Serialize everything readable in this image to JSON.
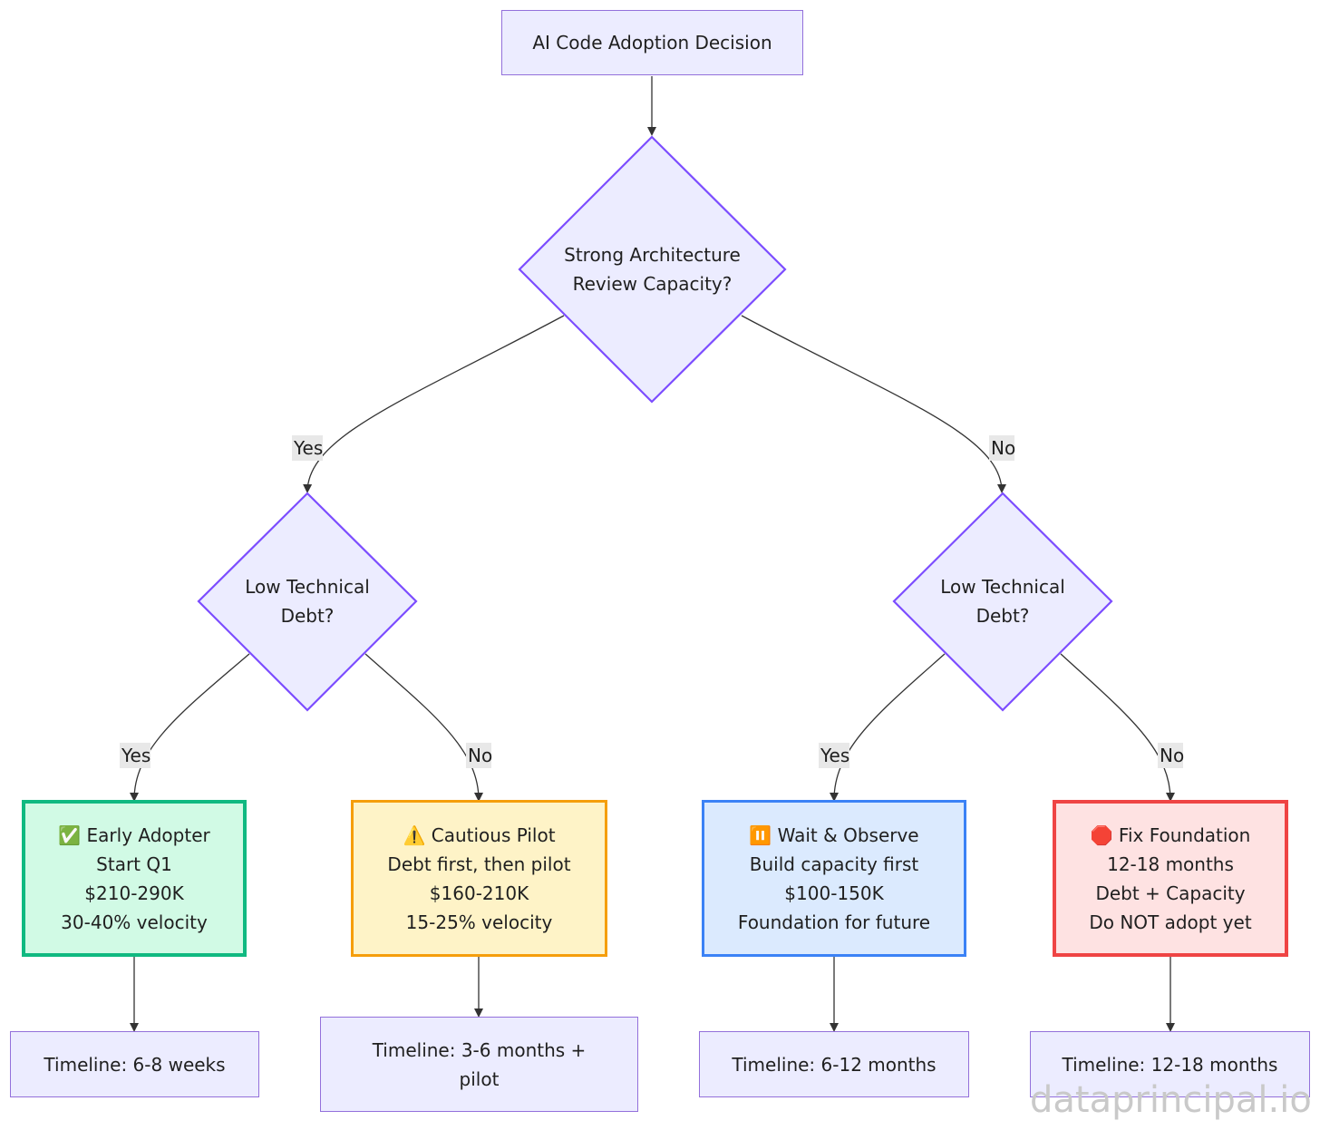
{
  "root": {
    "label": "AI Code Adoption Decision"
  },
  "decision_main": {
    "lines": [
      "Strong Architecture",
      "Review Capacity?"
    ]
  },
  "decision_left": {
    "lines": [
      "Low Technical",
      "Debt?"
    ]
  },
  "decision_right": {
    "lines": [
      "Low Technical",
      "Debt?"
    ]
  },
  "edge_labels": {
    "main_yes": "Yes",
    "main_no": "No",
    "left_yes": "Yes",
    "left_no": "No",
    "right_yes": "Yes",
    "right_no": "No"
  },
  "outcomes": [
    {
      "icon": "✅",
      "title": "Early Adopter",
      "lines": [
        "Start Q1",
        "$210-290K",
        "30-40% velocity"
      ],
      "color": "#10B981"
    },
    {
      "icon": "⚠️",
      "title": "Cautious Pilot",
      "lines": [
        "Debt first, then pilot",
        "$160-210K",
        "15-25% velocity"
      ],
      "color": "#F59E0B"
    },
    {
      "icon": "⏸️",
      "title": "Wait & Observe",
      "lines": [
        "Build capacity first",
        "$100-150K",
        "Foundation for future"
      ],
      "color": "#3B82F6"
    },
    {
      "icon": "🛑",
      "title": "Fix Foundation",
      "lines": [
        "12-18 months",
        "Debt + Capacity",
        "Do NOT adopt yet"
      ],
      "color": "#EF4444"
    }
  ],
  "timelines": [
    {
      "lines": [
        "Timeline: 6-8 weeks"
      ]
    },
    {
      "lines": [
        "Timeline: 3-6 months +",
        "pilot"
      ]
    },
    {
      "lines": [
        "Timeline: 6-12 months"
      ]
    },
    {
      "lines": [
        "Timeline: 12-18 months"
      ]
    }
  ],
  "watermark": "dataprincipal.io"
}
